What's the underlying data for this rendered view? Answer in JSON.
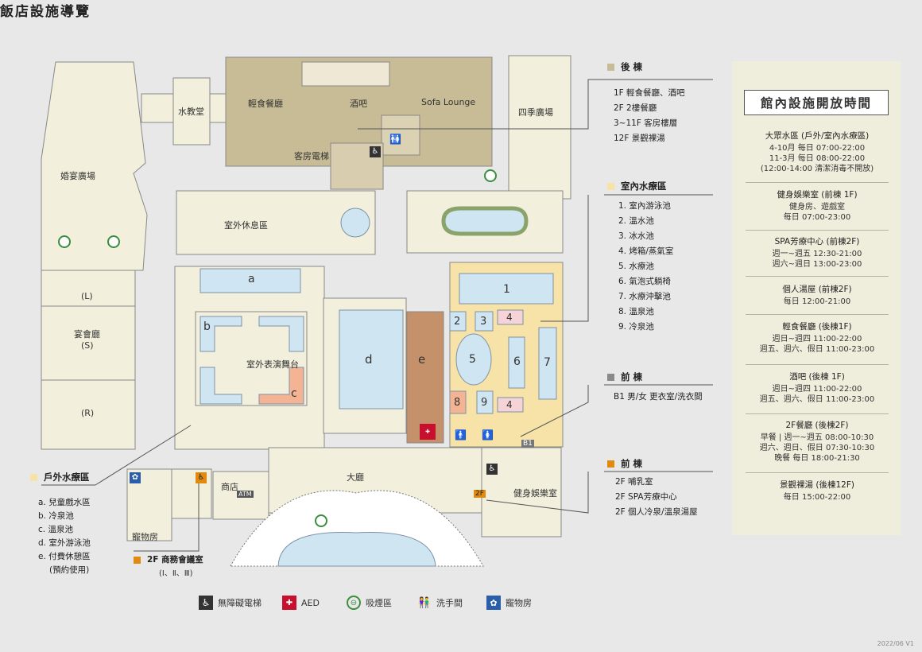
{
  "title": "飯店設施導覽",
  "version": "2022/06 V1",
  "colors": {
    "wall": "#ffffff",
    "floor": "#f2efdc",
    "rear": "#c8bc96",
    "pool": "#cfe6f2",
    "poolEdge": "#7c92a8",
    "spa": "#f7e3a8",
    "salmon": "#f4b494",
    "pink": "#f5d3d6",
    "brown": "#c4916a",
    "red": "#c8102e",
    "green": "#3a8e3d",
    "orange": "#e08a10",
    "gray": "#8a8a8a"
  },
  "map_labels": {
    "water_hall": "水教堂",
    "light_dining": "輕食餐廳",
    "bar": "酒吧",
    "sofa_lounge": "Sofa Lounge",
    "four_seasons": "四季廣場",
    "guest_elevator": "客房電梯",
    "wedding_plaza": "婚宴廣場",
    "outdoor_lounge": "室外休息區",
    "banquet_hall": "宴會廳",
    "banquet_L": "(L)",
    "banquet_S": "(S)",
    "banquet_R": "(R)",
    "outdoor_stage": "室外表演舞台",
    "lobby": "大廳",
    "shop": "商店",
    "atm": "ATM",
    "gym": "健身娛樂室",
    "pet_room": "寵物房",
    "b1": "B1",
    "f2": "2F"
  },
  "pool_labels": {
    "a": "a",
    "b": "b",
    "c": "c",
    "d": "d",
    "e": "e",
    "p1": "1",
    "p2": "2",
    "p3": "3",
    "p4a": "4",
    "p4b": "4",
    "p5": "5",
    "p6": "6",
    "p7": "7",
    "p8": "8",
    "p9": "9"
  },
  "rear_bldg": {
    "heading": "後 棟",
    "color": "#c8bc96",
    "items": [
      "1F  輕食餐廳、酒吧",
      "2F  2樓餐廳",
      "3~11F  客房樓層",
      "12F  景觀裸湯"
    ]
  },
  "indoor_spa": {
    "heading": "室內水療區",
    "color": "#f7e3a8",
    "items": [
      "1. 室內游泳池",
      "2. 溫水池",
      "3. 冰水池",
      "4. 烤箱/蒸氣室",
      "5. 水療池",
      "6. 氣泡式躺椅",
      "7. 水療沖擊池",
      "8. 溫泉池",
      "9. 冷泉池"
    ]
  },
  "front_bldg_b1": {
    "heading": "前 棟",
    "color": "#8a8a8a",
    "items": [
      "B1 男/女 更衣室/洗衣間"
    ]
  },
  "front_bldg_2f": {
    "heading": "前 棟",
    "color": "#e08a10",
    "items": [
      "2F  哺乳室",
      "2F  SPA芳療中心",
      "2F  個人冷泉/溫泉湯屋"
    ]
  },
  "outdoor_spa": {
    "heading": "戶外水療區",
    "color": "#f7e3a8",
    "items": [
      "a. 兒童戲水區",
      "b. 冷泉池",
      "c. 溫泉池",
      "d. 室外游泳池",
      "e. 付費休憩區",
      "(預約使用)"
    ]
  },
  "meeting_room": {
    "label": "2F 商務會議室",
    "sub": "(Ⅰ、Ⅱ、Ⅲ)"
  },
  "hours": {
    "title": "館內設施開放時間",
    "blocks": [
      {
        "name": "大眾水區 (戶外/室內水療區)",
        "lines": [
          "4-10月 每日 07:00-22:00",
          "11-3月 每日 08:00-22:00",
          "(12:00-14:00 清潔消毒不開放)"
        ]
      },
      {
        "name": "健身娛樂室 (前棟 1F)",
        "lines": [
          "健身房、遊戲室",
          "每日 07:00-23:00"
        ]
      },
      {
        "name": "SPA芳療中心 (前棟2F)",
        "lines": [
          "週一~週五  12:30-21:00",
          "週六~週日 13:00-23:00"
        ]
      },
      {
        "name": "個人湯屋 (前棟2F)",
        "lines": [
          "每日 12:00-21:00"
        ]
      },
      {
        "name": "輕食餐廳 (後棟1F)",
        "lines": [
          "週日~週四 11:00-22:00",
          "週五、週六、假日 11:00-23:00"
        ]
      },
      {
        "name": "酒吧 (後棟 1F)",
        "lines": [
          "週日~週四 11:00-22:00",
          "週五、週六、假日 11:00-23:00"
        ]
      },
      {
        "name": "2F餐廳 (後棟2F)",
        "lines": [
          "早餐 | 週一~週五 08:00-10:30",
          "週六、週日、假日 07:30-10:30",
          "晚餐 每日 18:00-21:30"
        ]
      },
      {
        "name": "景觀裸湯 (後棟12F)",
        "lines": [
          "每日 15:00-22:00"
        ]
      }
    ]
  },
  "legend": [
    {
      "icon": "accessible-elevator-icon",
      "label": "無障礙電梯"
    },
    {
      "icon": "aed-icon",
      "label": "AED"
    },
    {
      "icon": "smoking-area-icon",
      "label": "吸煙區"
    },
    {
      "icon": "restroom-icon",
      "label": "洗手間"
    },
    {
      "icon": "pet-room-icon",
      "label": "寵物房"
    }
  ]
}
